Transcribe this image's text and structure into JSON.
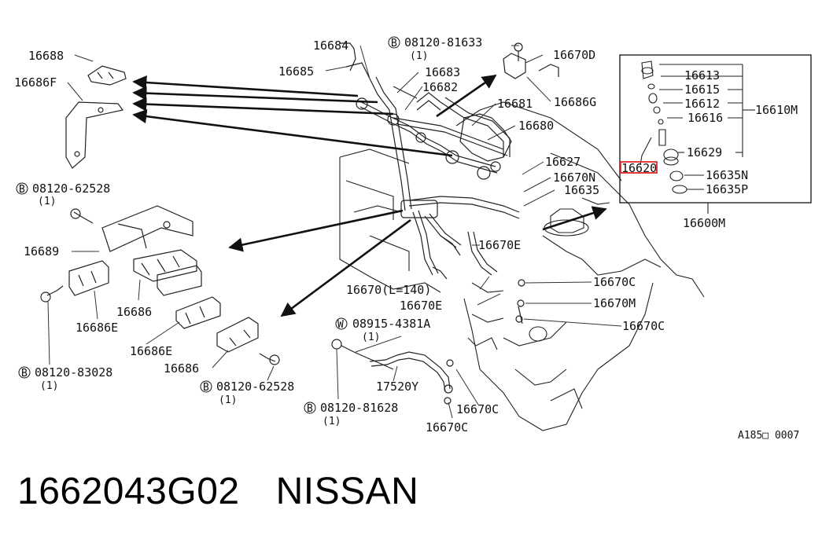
{
  "diagram": {
    "part_labels": {
      "p16688": "16688",
      "p16686F": "16686F",
      "p16684": "16684",
      "p16685": "16685",
      "p16683": "16683",
      "p16682": "16682",
      "p16681": "16681",
      "p16680": "16680",
      "p16686G": "16686G",
      "p16670D": "16670D",
      "p16627": "16627",
      "p16670N": "16670N",
      "p16635": "16635",
      "p16670E_a": "16670E",
      "p16670L": "16670(L=140)",
      "p16670E_b": "16670E",
      "p16670C_a": "16670C",
      "p16670M": "16670M",
      "p16670C_b": "16670C",
      "p16689": "16689",
      "p16686_a": "16686",
      "p16686E_a": "16686E",
      "p16686E_b": "16686E",
      "p16686_b": "16686",
      "p17520Y": "17520Y",
      "p16670C_c": "16670C",
      "p16670C_d": "16670C",
      "p16613": "16613",
      "p16615": "16615",
      "p16612": "16612",
      "p16616": "16616",
      "p16610M": "16610M",
      "p16629": "16629",
      "p16620": "16620",
      "p16635N": "16635N",
      "p16635P": "16635P",
      "p16600M": "16600M"
    },
    "bolt_refs": {
      "b81633": {
        "prefix": "B",
        "number": "08120-81633",
        "qty": "(1)"
      },
      "b62528_top": {
        "prefix": "B",
        "number": "08120-62528",
        "qty": "(1)"
      },
      "b83028": {
        "prefix": "B",
        "number": "08120-83028",
        "qty": "(1)"
      },
      "b62528_bottom": {
        "prefix": "B",
        "number": "08120-62528",
        "qty": "(1)"
      },
      "w4381A": {
        "prefix": "W",
        "number": "08915-4381A",
        "qty": "(1)"
      },
      "b81628": {
        "prefix": "B",
        "number": "08120-81628",
        "qty": "(1)"
      }
    },
    "diagram_code": "A185□ 0007",
    "highlight_color": "#e4262c"
  },
  "caption": {
    "part_number": "1662043G02",
    "brand": "NISSAN"
  }
}
